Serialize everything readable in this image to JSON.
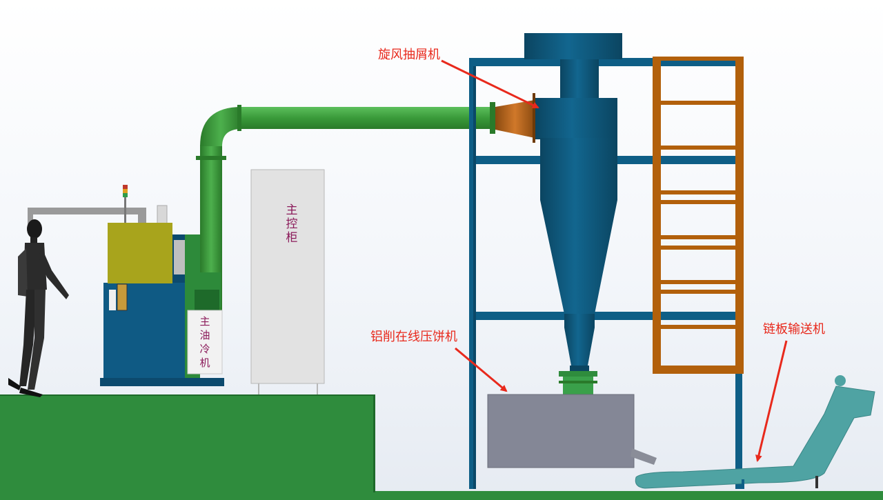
{
  "labels": {
    "cyclone": "旋风抽屑机",
    "briquetter": "铝削在线压饼机",
    "conveyor": "链板输送机"
  },
  "cabinet": {
    "line1": "主",
    "line2": "控",
    "line3": "柜"
  },
  "machine_side_label": {
    "c1": "主",
    "c2": "油",
    "c3": "冷",
    "c4": "机"
  },
  "colors": {
    "annotation_red": "#e8291c",
    "pipe_green": "#3a9a3a",
    "structure_blue": "#0e5e86",
    "cyclone_blue": "#0f5677",
    "ladder_orange": "#b2600b",
    "floor_green": "#2f8c3d",
    "press_gray": "#848796",
    "conveyor_teal": "#4fa3a3",
    "machine_yellow": "#a8a41c",
    "cabinet_text": "#8b1a5a"
  }
}
